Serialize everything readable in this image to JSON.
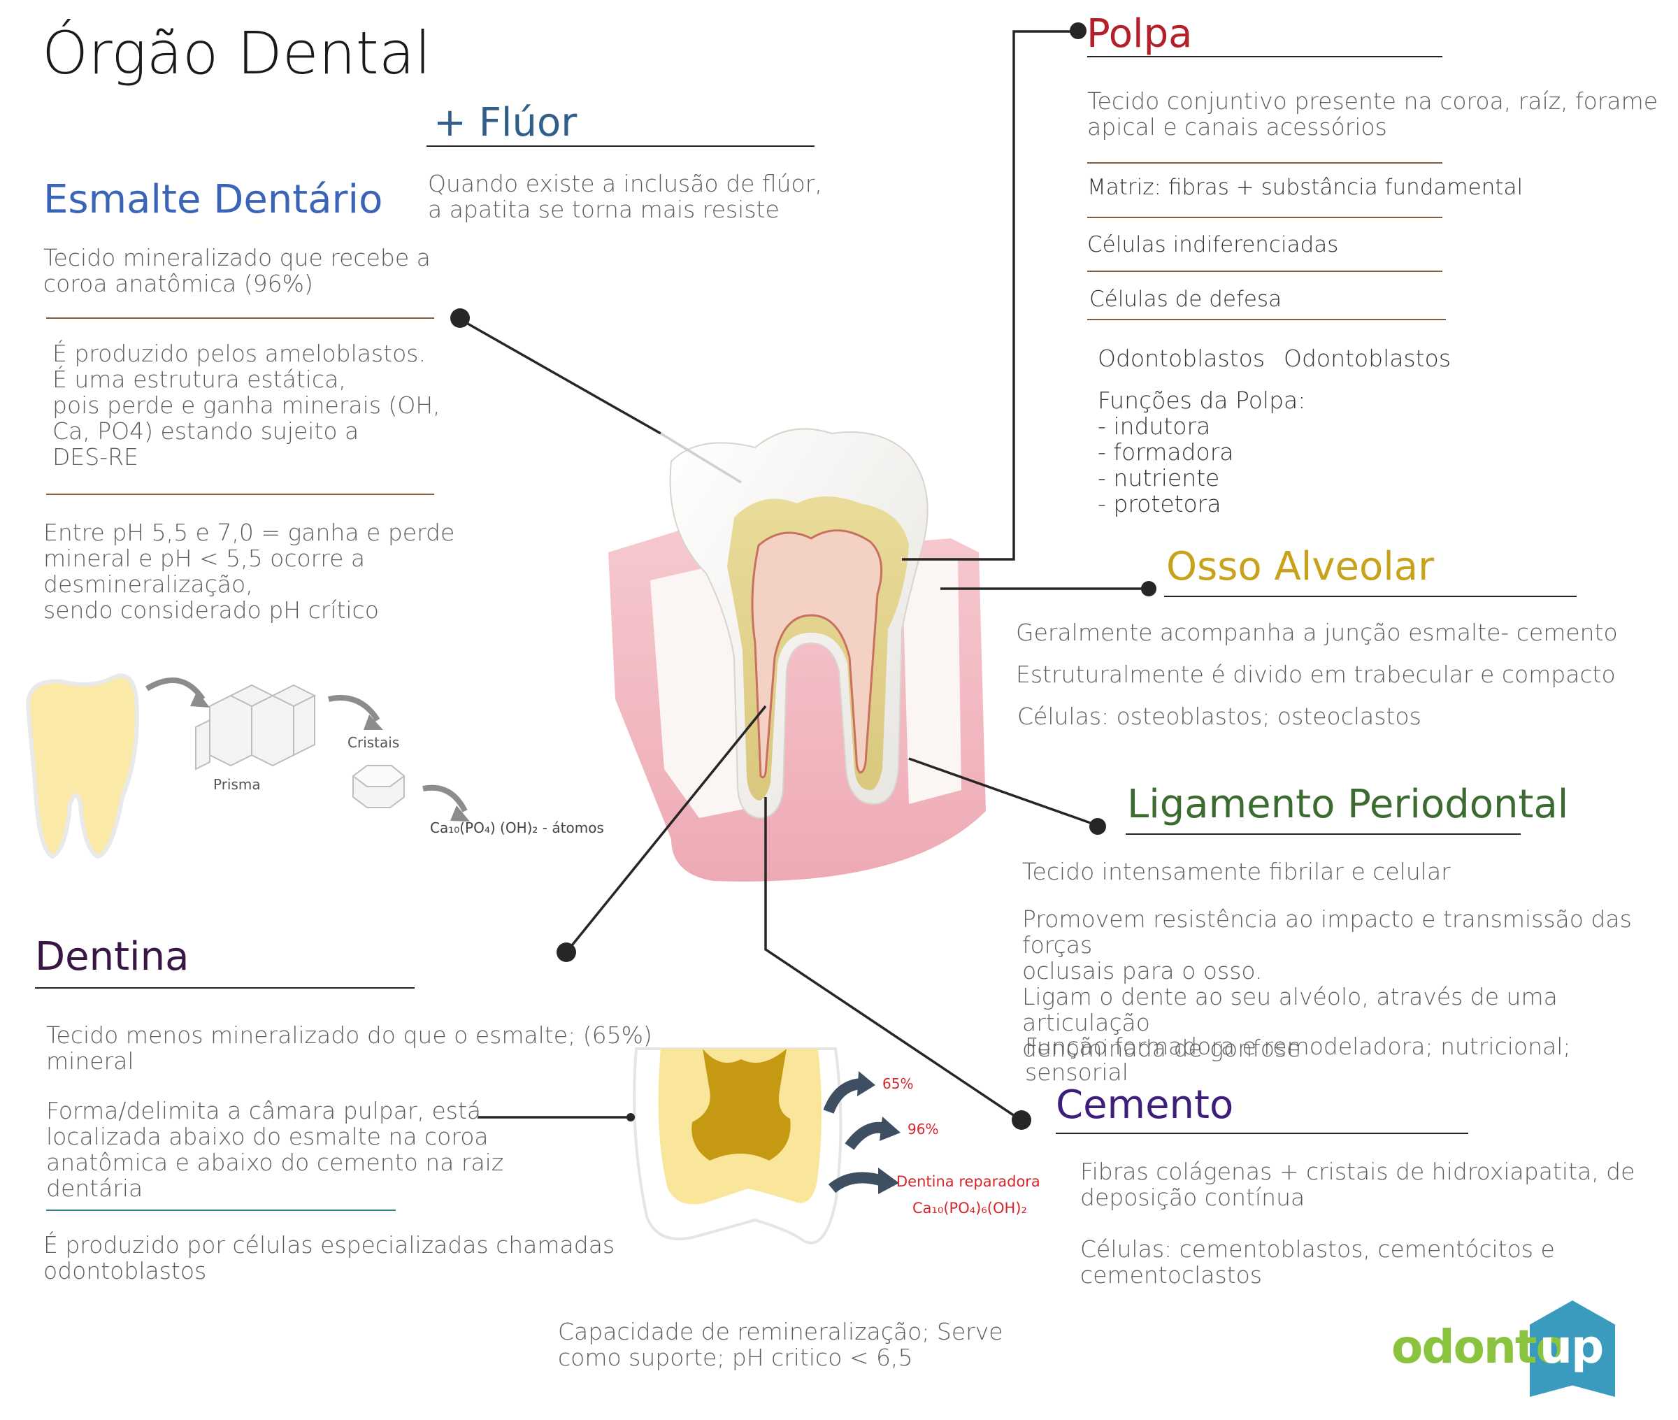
{
  "title": "Órgão Dental",
  "colors": {
    "esmalte": "#3a64b8",
    "polpa": "#b3202a",
    "osso": "#c8a21a",
    "ligamento": "#3c6b32",
    "cemento": "#3d1e7a",
    "dentina": "#3a1645",
    "fluor": "#2f5f8a",
    "rule_brown": "#8a5a34",
    "rule_dark": "#222222",
    "logo_green": "#8ac43f",
    "logo_blue": "#3a9bbf"
  },
  "fluor": {
    "heading": "+ Flúor",
    "text": "Quando existe a inclusão de flúor,\na apatita se torna mais resiste"
  },
  "esmalte": {
    "heading": "Esmalte Dentário",
    "p1": "Tecido mineralizado que recebe a\ncoroa anatômica (96%)",
    "p2": "É produzido pelos ameloblastos.\nÉ uma estrutura estática,\npois perde e ganha minerais (OH,\nCa, PO4) estando sujeito a\nDES-RE",
    "p3": "Entre pH 5,5 e 7,0 = ganha e perde\nmineral e pH < 5,5 ocorre a\ndesmineralização,\nsendo considerado pH crítico",
    "diagram": {
      "prisma": "Prisma",
      "cristais": "Cristais",
      "formula": "Ca₁₀(PO₄) (OH)₂ - átomos"
    }
  },
  "polpa": {
    "heading": "Polpa",
    "p1": "Tecido conjuntivo presente na coroa, raíz, forame\napical e canais acessórios",
    "p2": "Matriz: fibras + substância fundamental",
    "p3": "Células indiferenciadas",
    "p4": "Células de defesa",
    "p5a": "Odontoblastos",
    "p5b": "Odontoblastos",
    "funcoes_title": "Funções da Polpa:",
    "funcoes": [
      "- indutora",
      "- formadora",
      "- nutriente",
      "- protetora"
    ]
  },
  "osso": {
    "heading": "Osso Alveolar",
    "p1": "Geralmente acompanha a junção esmalte- cemento",
    "p2": "Estruturalmente é divido em trabecular e compacto",
    "p3": "Células: osteoblastos; osteoclastos"
  },
  "ligamento": {
    "heading": "Ligamento Periodontal",
    "p1": "Tecido intensamente fibrilar e celular",
    "p2": "Promovem resistência ao impacto e transmissão das forças\noclusais para o osso.\nLigam o dente ao seu alvéolo, através de uma articulação\ndenominada de gonfose",
    "p3": "Função formadora e remodeladora; nutricional; sensorial"
  },
  "cemento": {
    "heading": "Cemento",
    "p1": "Fibras colágenas + cristais de hidroxiapatita, de\ndeposição contínua",
    "p2": "Células: cementoblastos, cementócitos e\ncementoclastos"
  },
  "dentina": {
    "heading": "Dentina",
    "p1": "Tecido menos mineralizado do que o esmalte; (65%)\nmineral",
    "p2": "Forma/delimita a câmara pulpar, está\nlocalizada abaixo do esmalte na coroa\nanatômica e abaixo do cemento na raiz\ndentária",
    "p3": "É produzido por células especializadas chamadas\nodontoblastos",
    "p4": "Capacidade de remineralização; Serve\ncomo suporte; pH critico < 6,5",
    "diagram": {
      "l65": "65%",
      "l96": "96%",
      "reparadora": "Dentina reparadora",
      "formula": "Ca₁₀(PO₄)₆(OH)₂"
    }
  },
  "logo": {
    "part1": "odonto",
    "part2": "up"
  }
}
